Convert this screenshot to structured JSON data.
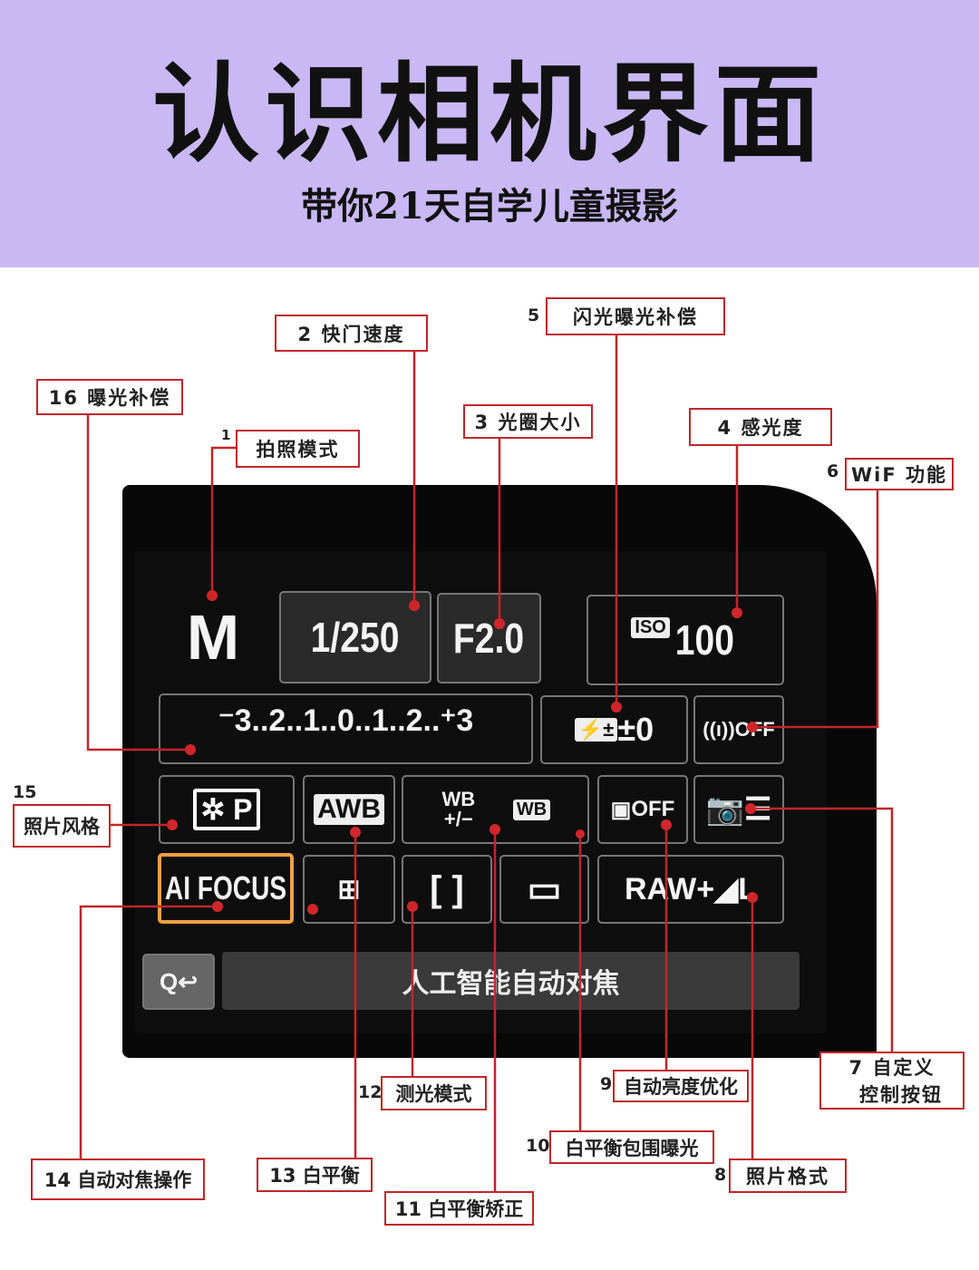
{
  "header": {
    "title": "认识相机界面",
    "subtitle": "带你21天自学儿童摄影"
  },
  "screen": {
    "mode": "M",
    "shutter": "1/250",
    "aperture": "F2.0",
    "iso_tag": "ISO",
    "iso": "100",
    "exposure_scale": "⁻3..2..1..0..1..2..⁺3",
    "flash_comp": "±0",
    "wifi": "OFF",
    "picture_style": "P",
    "wb": "AWB",
    "wb_shift": "WB +/−",
    "wb_bracket": "WB",
    "alo": "OFF",
    "af": "AI FOCUS",
    "quality": "RAW+◢L",
    "q_button": "Q↩",
    "message": "人工智能自动对焦",
    "accent": "#f0a040"
  },
  "labels": {
    "l1": {
      "num": "1",
      "text": "拍照模式"
    },
    "l2": {
      "text": "2 快门速度"
    },
    "l3": {
      "text": "3 光圈大小"
    },
    "l4": {
      "text": "4 感光度"
    },
    "l5": {
      "num": "5",
      "text": "闪光曝光补偿"
    },
    "l6": {
      "num": "6",
      "text": "WiF 功能"
    },
    "l7": {
      "line1": "7 自定义",
      "line2": "控制按钮"
    },
    "l8": {
      "num": "8",
      "text": "照片格式"
    },
    "l9": {
      "num": "9",
      "text": "自动亮度优化"
    },
    "l10": {
      "num": "10",
      "text": "白平衡包围曝光"
    },
    "l11": {
      "text": "11 白平衡矫正"
    },
    "l12": {
      "num": "12",
      "text": "测光模式"
    },
    "l13": {
      "text": "13 白平衡"
    },
    "l14": {
      "text": "14 自动对焦操作"
    },
    "l15": {
      "num": "15",
      "text": "照片风格"
    },
    "l16": {
      "text": "16 曝光补偿"
    }
  },
  "line_color": "#c0262b"
}
